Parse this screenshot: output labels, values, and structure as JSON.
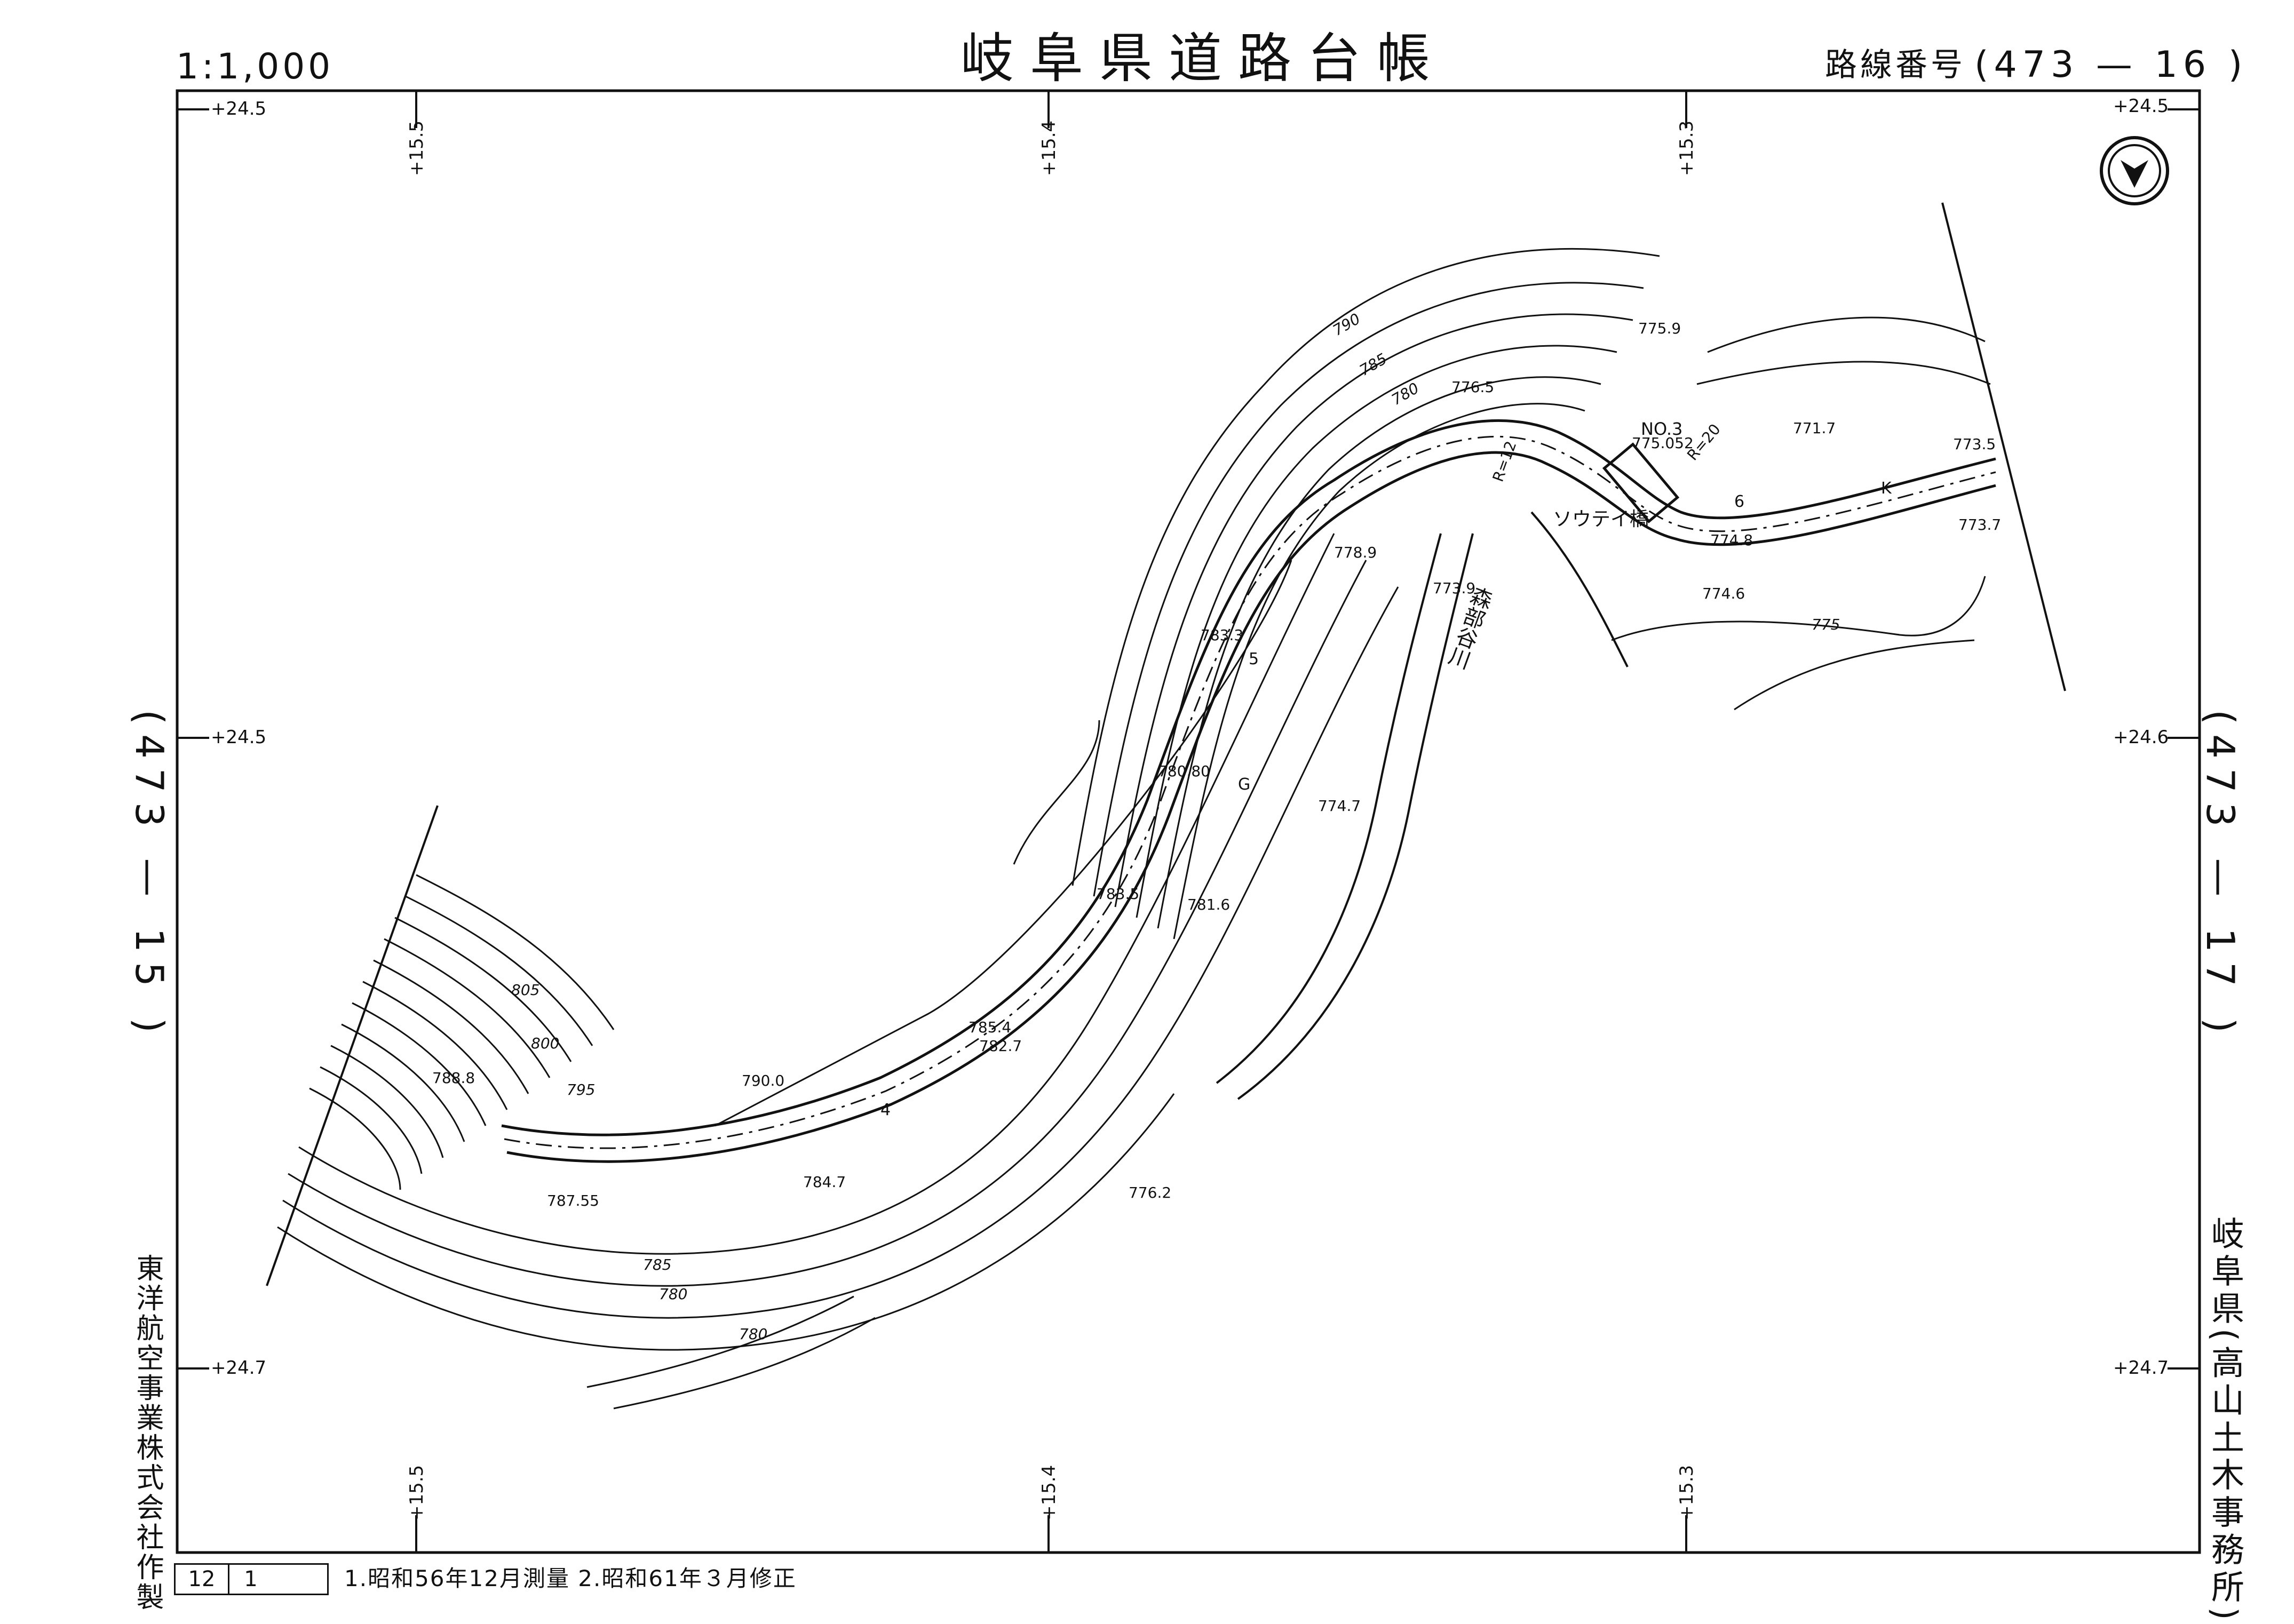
{
  "header": {
    "scale": "1:1,000",
    "title": "岐阜県道路台帳",
    "route_label": "路線番号",
    "route_number": "(473 — 16 )"
  },
  "adjacent_sheets": {
    "left": "(473 — 15 )",
    "right": "(473 — 17 )"
  },
  "side_text": {
    "maker": "東洋航空事業株式会社作製",
    "office": "岐阜県(高山土木事務所)"
  },
  "footer": {
    "sheet_box": [
      "12",
      "1"
    ],
    "notes": "1.昭和56年12月測量  2.昭和61年３月修正"
  },
  "grid_labels": {
    "top": [
      "+15.5",
      "+15.4",
      "+15.3"
    ],
    "bottom": [
      "+15.5",
      "+15.4",
      "+15.3"
    ],
    "left": [
      "+24.5",
      "+24.5",
      "+24.7"
    ],
    "right": [
      "+24.5",
      "+24.6",
      "+24.7"
    ]
  },
  "spot_heights": [
    "775.9",
    "776.5",
    "771.7",
    "773.5",
    "775.052",
    "774.8",
    "773.7",
    "778.9",
    "773.9",
    "774.6",
    "783.3",
    "780.80",
    "774.7",
    "783.5",
    "781.6",
    "785.4",
    "782.7",
    "790.0",
    "788.8",
    "787.55",
    "784.7",
    "776.2"
  ],
  "contour_labels": [
    "790",
    "785",
    "780",
    "805",
    "800",
    "795",
    "785",
    "780",
    "780",
    "775"
  ],
  "place_labels": {
    "bridge": "ソウテイ橋",
    "river": "森部谷川",
    "station": "NO.3",
    "radius_1": "R=12",
    "radius_2": "R=20"
  },
  "road_marks": [
    "5",
    "G",
    "4",
    "6",
    "K"
  ],
  "colors": {
    "line": "#111111",
    "paper": "#ffffff"
  },
  "icons": [
    "north-arrow-icon"
  ]
}
